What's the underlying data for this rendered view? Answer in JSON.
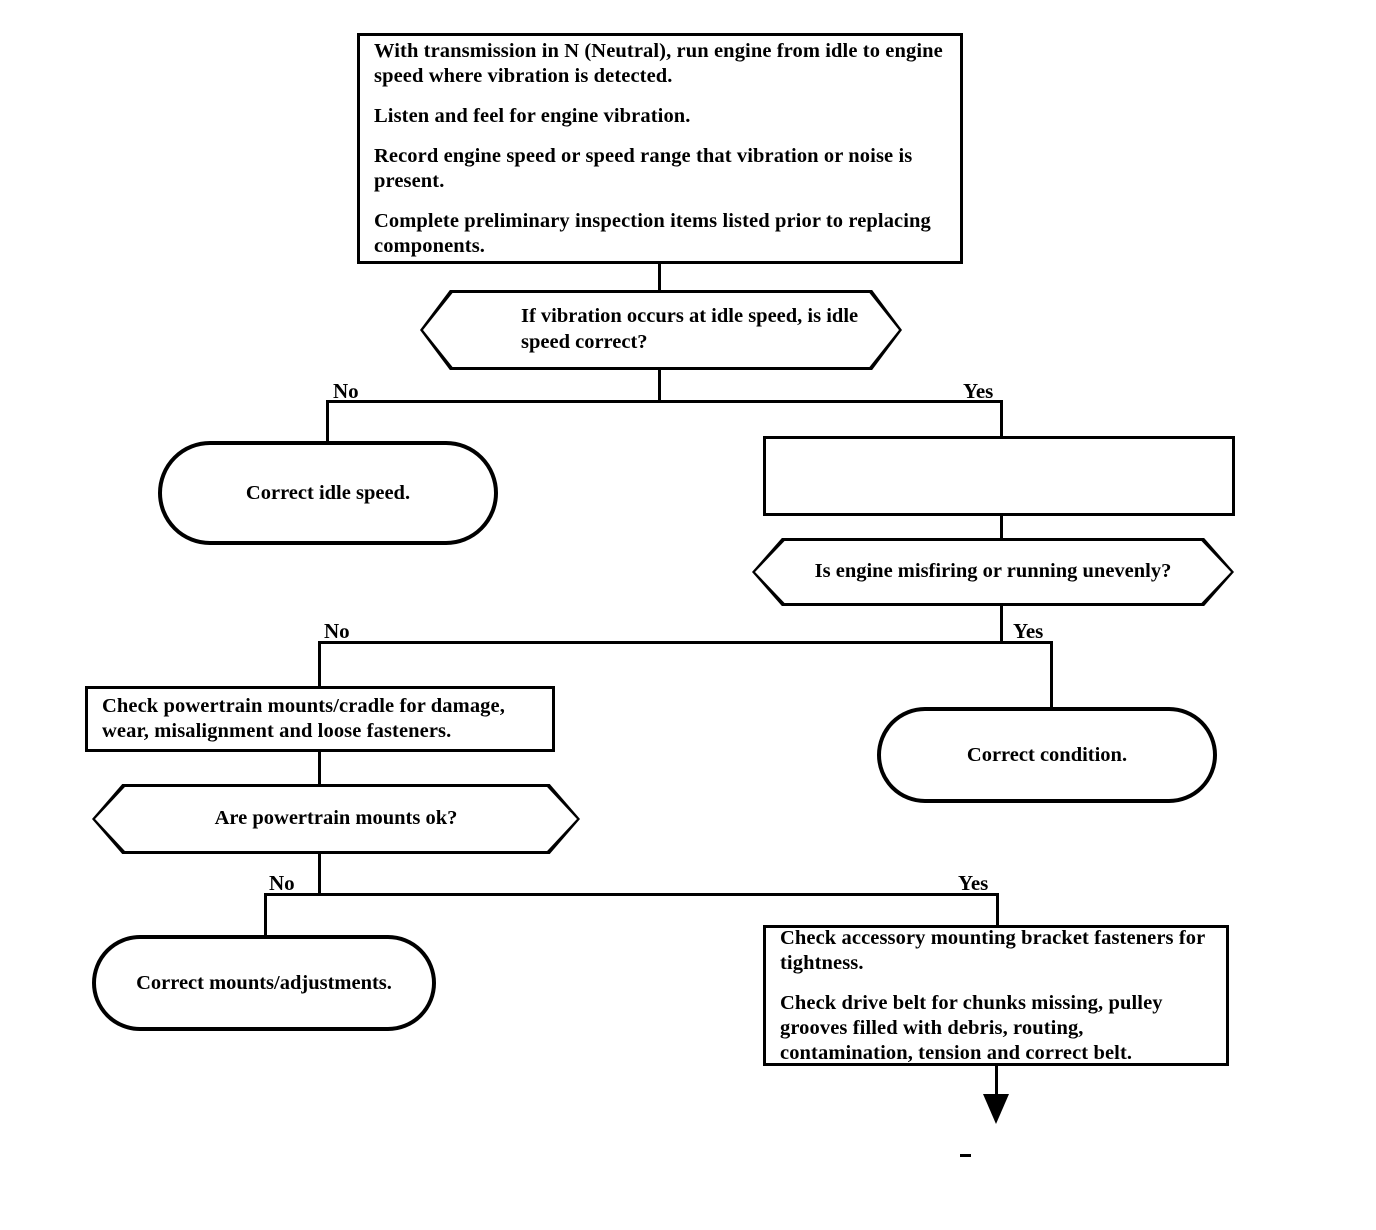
{
  "chart_data": {
    "type": "diagram",
    "title": "Engine Vibration Diagnostic Flowchart",
    "orientation": "top-down"
  },
  "nodes": {
    "start_box": {
      "shape": "process-rectangle",
      "paragraphs": [
        "With transmission in N (Neutral), run engine from idle to engine speed where vibration is detected.",
        "Listen and feel for engine vibration.",
        "Record engine speed or speed range that vibration or noise is present.",
        "Complete preliminary inspection items listed prior to replacing components."
      ]
    },
    "decision_idle": {
      "shape": "hexagon-decision",
      "text": "If vibration occurs at idle speed, is idle speed correct?"
    },
    "correct_idle_speed": {
      "shape": "stadium-terminator",
      "text": "Correct idle speed."
    },
    "blank_box": {
      "shape": "process-rectangle",
      "text": ""
    },
    "decision_misfire": {
      "shape": "hexagon-decision",
      "text": "Is engine misfiring or running unevenly?"
    },
    "correct_condition": {
      "shape": "stadium-terminator",
      "text": "Correct condition."
    },
    "check_powertrain_mounts": {
      "shape": "process-rectangle",
      "text": "Check powertrain mounts/cradle for damage, wear, misalignment and loose fasteners."
    },
    "decision_mounts_ok": {
      "shape": "hexagon-decision",
      "text": "Are powertrain mounts ok?"
    },
    "correct_mounts": {
      "shape": "stadium-terminator",
      "text": "Correct mounts/adjustments."
    },
    "check_accessory": {
      "shape": "process-rectangle",
      "paragraphs": [
        "Check accessory mounting bracket fasteners for tightness.",
        "Check drive belt for chunks missing, pulley grooves filled with debris, routing, contamination, tension and correct belt."
      ]
    }
  },
  "branch_labels": {
    "idle_no": "No",
    "idle_yes": "Yes",
    "misfire_no": "No",
    "misfire_yes": "Yes",
    "mounts_no": "No",
    "mounts_yes": "Yes"
  },
  "colors": {
    "stroke": "#000000",
    "fill": "#ffffff",
    "text": "#000000"
  }
}
